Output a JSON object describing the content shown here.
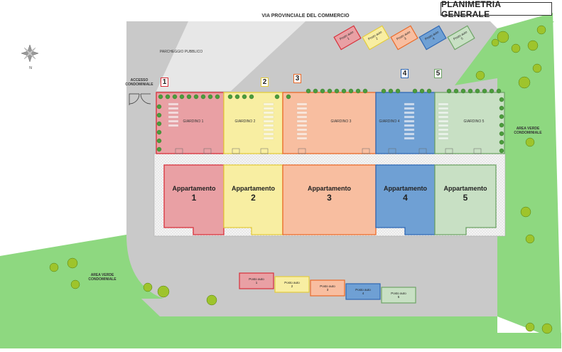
{
  "title": "PLANIMETRIA GENERALE",
  "road": "VIA PROVINCIALE DEL COMMERCIO",
  "parking_public": "PARCHEGGIO PUBBLICO",
  "access_label": "ACCESSO CONDOMINIALE",
  "green_area_label": "AREA VERDE CONDOMINIALE",
  "compass_letter": "N",
  "colors": {
    "red": "#e9a0a4",
    "red_border": "#d8303a",
    "yellow": "#f8eea2",
    "yellow_border": "#e4cc3c",
    "orange": "#f8bea0",
    "orange_border": "#ea6a28",
    "blue": "#6fa0d4",
    "blue_border": "#2f68b4",
    "green": "#c8e0c4",
    "green_border": "#6ea466",
    "lawn": "#8ed880",
    "asphalt": "#c9c9c9"
  },
  "units": [
    {
      "number": "1",
      "apartment": "Appartamento",
      "garden": "GIARDINO 1",
      "parking": "Posto auto",
      "parking_num": "1"
    },
    {
      "number": "2",
      "apartment": "Appartamento",
      "garden": "GIARDINO 2",
      "parking": "Posto auto",
      "parking_num": "2"
    },
    {
      "number": "3",
      "apartment": "Appartamento",
      "garden": "GIARDINO 3",
      "parking": "Posto auto",
      "parking_num": "3"
    },
    {
      "number": "4",
      "apartment": "Appartamento",
      "garden": "GIARDINO 4",
      "parking": "Posto auto",
      "parking_num": "4"
    },
    {
      "number": "5",
      "apartment": "Appartamento",
      "garden": "GIARDINO 5",
      "parking": "Posto auto",
      "parking_num": "5"
    }
  ]
}
